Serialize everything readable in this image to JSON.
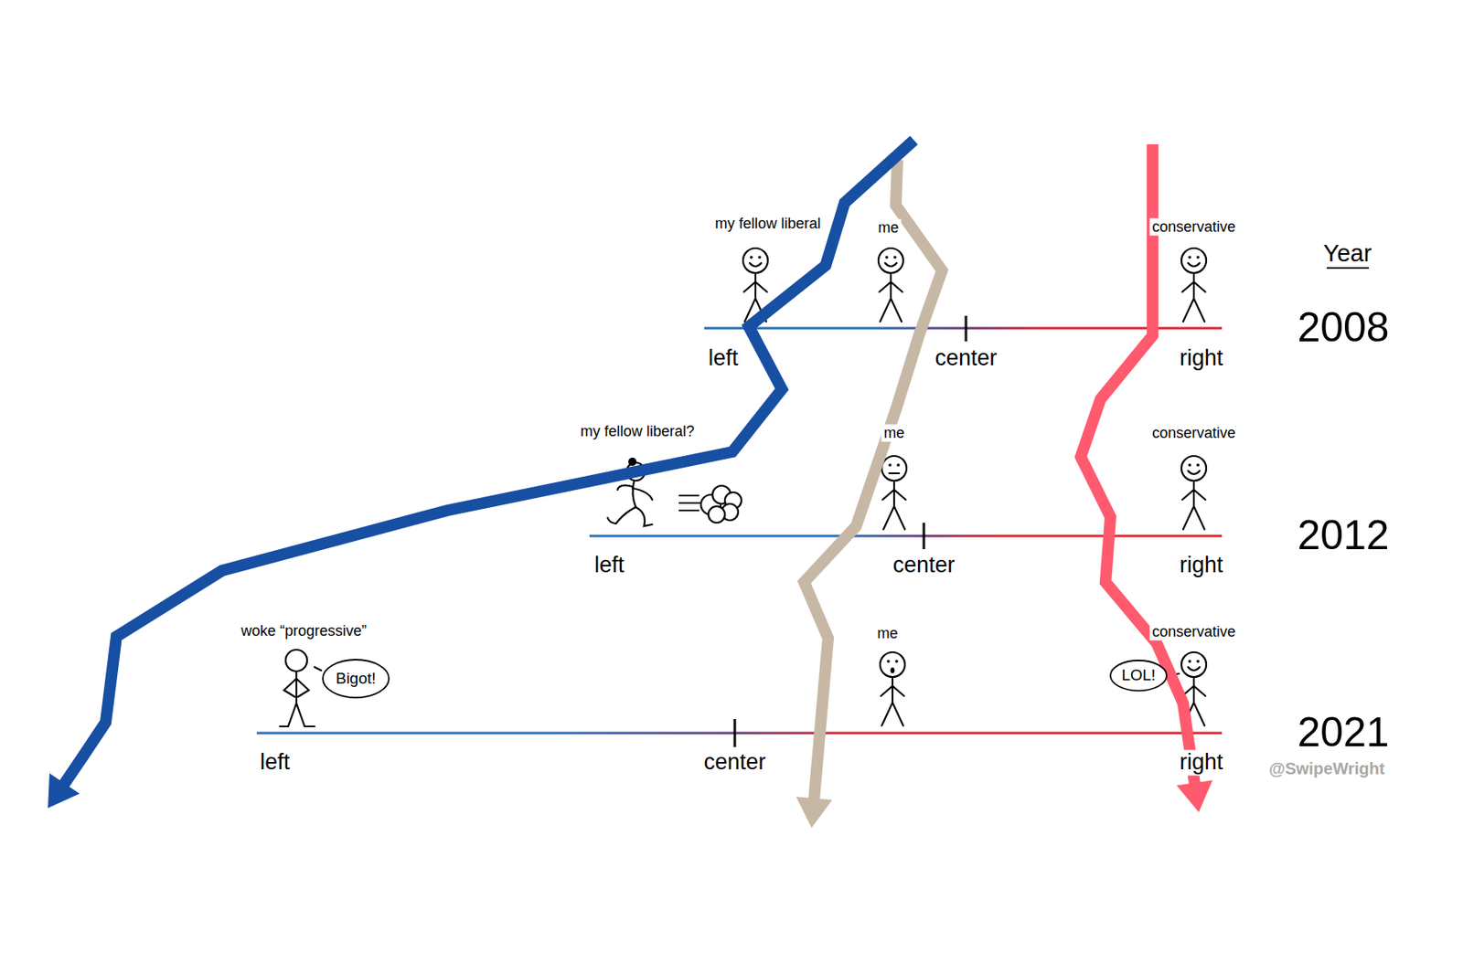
{
  "diagram": {
    "nodes": [
      {
        "text": [
          "Bigot!"
        ]
      },
      {
        "text": [
          "LOL!"
        ]
      }
    ],
    "labels": [
      "Year",
      "my fellow liberal",
      "me",
      "conservative",
      "left",
      "center",
      "right",
      "2008",
      "my fellow liberal?",
      "me",
      "conservative",
      "left",
      "center",
      "right",
      "2012",
      "woke “progressive”",
      "me",
      "conservative",
      "left",
      "center",
      "right",
      "2021",
      "@SwipeWright"
    ]
  }
}
